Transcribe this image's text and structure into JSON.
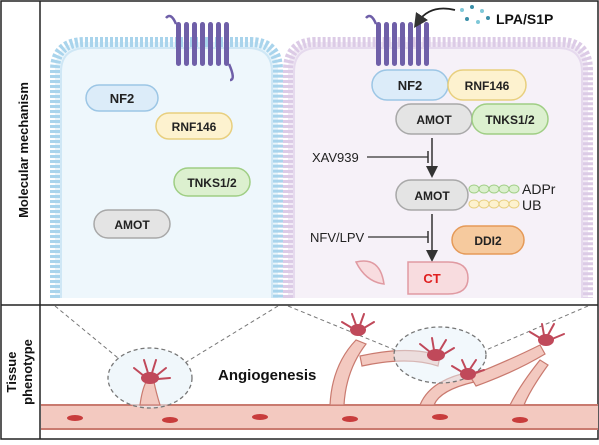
{
  "panels": {
    "top_label": "Molecular mechanism",
    "bottom_label_line1": "Tissue",
    "bottom_label_line2": "phenotype"
  },
  "ligand": {
    "label": "LPA/S1P"
  },
  "left_cell": {
    "nf2": "NF2",
    "rnf146": "RNF146",
    "tnks": "TNKS1/2",
    "amot": "AMOT"
  },
  "right_cell": {
    "nf2": "NF2",
    "rnf146": "RNF146",
    "amot_complex": "AMOT",
    "tnks": "TNKS1/2",
    "inhibitor1": "XAV939",
    "amot_modified": "AMOT",
    "adpr": "ADPr",
    "ub": "UB",
    "inhibitor2": "NFV/LPV",
    "ddi2": "DDI2",
    "ct": "CT"
  },
  "tissue": {
    "label": "Angiogenesis"
  },
  "colors": {
    "membrane": "#c6e3f3",
    "cell_right_fill": "#f3edf6",
    "receptor": "#6f5fa8",
    "nf2_fill": "#dcecf9",
    "rnf146_fill": "#fdf2cf",
    "tnks_fill": "#dcf0cf",
    "amot_fill": "#e4e4e4",
    "ddi2_fill": "#f6ca9e",
    "ct_fill": "#f8dcdf",
    "ct_text": "#e02020",
    "vessel": "#e7b0a8"
  }
}
